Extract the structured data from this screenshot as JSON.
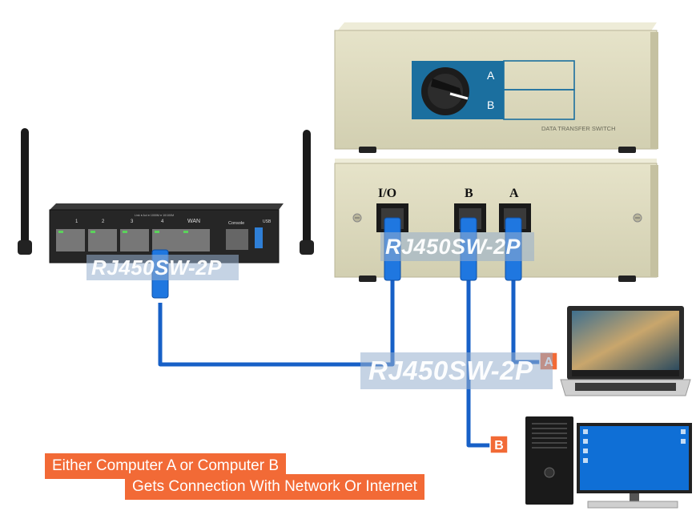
{
  "router": {
    "port_labels": [
      "1",
      "2",
      "3",
      "4",
      "WAN",
      "Console",
      "USB"
    ],
    "small_label": "Link ● Act ● 1000M ● 10/100M"
  },
  "switch_front": {
    "port_a": "A",
    "port_b": "B",
    "device_label": "DATA TRANSFER SWITCH"
  },
  "switch_back": {
    "port_labels": [
      "I/O",
      "B",
      "A"
    ]
  },
  "tags": {
    "computer_a": "A",
    "computer_b": "B"
  },
  "watermarks": [
    "RJ450SW-2P",
    "RJ450SW-2P",
    "RJ450SW-2P"
  ],
  "caption": {
    "line1": "Either Computer A or Computer B",
    "line2": "Gets Connection With Network Or Internet"
  },
  "colors": {
    "cable": "#1760c7",
    "tag": "#f26a36",
    "switch_body": "#ddd9bc",
    "panel_blue": "#1b6f9f"
  }
}
